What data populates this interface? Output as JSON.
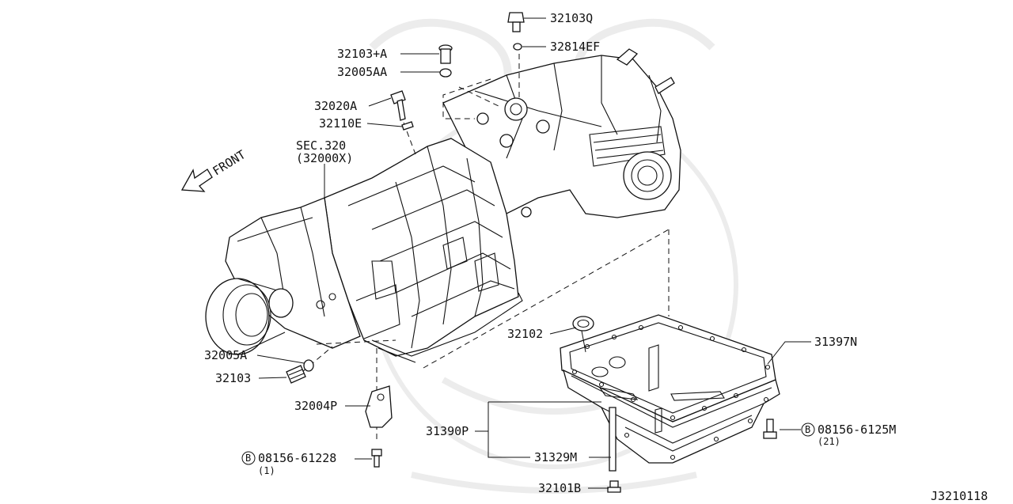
{
  "front_label": "FRONT",
  "section_ref": {
    "line1": "SEC.320",
    "line2": "(32000X)"
  },
  "parts": {
    "p32103Q": "32103Q",
    "p32814EF": "32814EF",
    "p32103A": "32103+A",
    "p32005AA": "32005AA",
    "p32020A": "32020A",
    "p32110E": "32110E",
    "p32005A": "32005A",
    "p32103": "32103",
    "p32004P": "32004P",
    "p32102": "32102",
    "p31397N": "31397N",
    "p31390P": "31390P",
    "p31329M": "31329M",
    "p32101B": "32101B"
  },
  "bolts": {
    "left": {
      "badge": "B",
      "number": "08156-61228",
      "qty": "(1)"
    },
    "right": {
      "badge": "B",
      "number": "08156-6125M",
      "qty": "(21)"
    }
  },
  "diagram_code": "J3210118"
}
